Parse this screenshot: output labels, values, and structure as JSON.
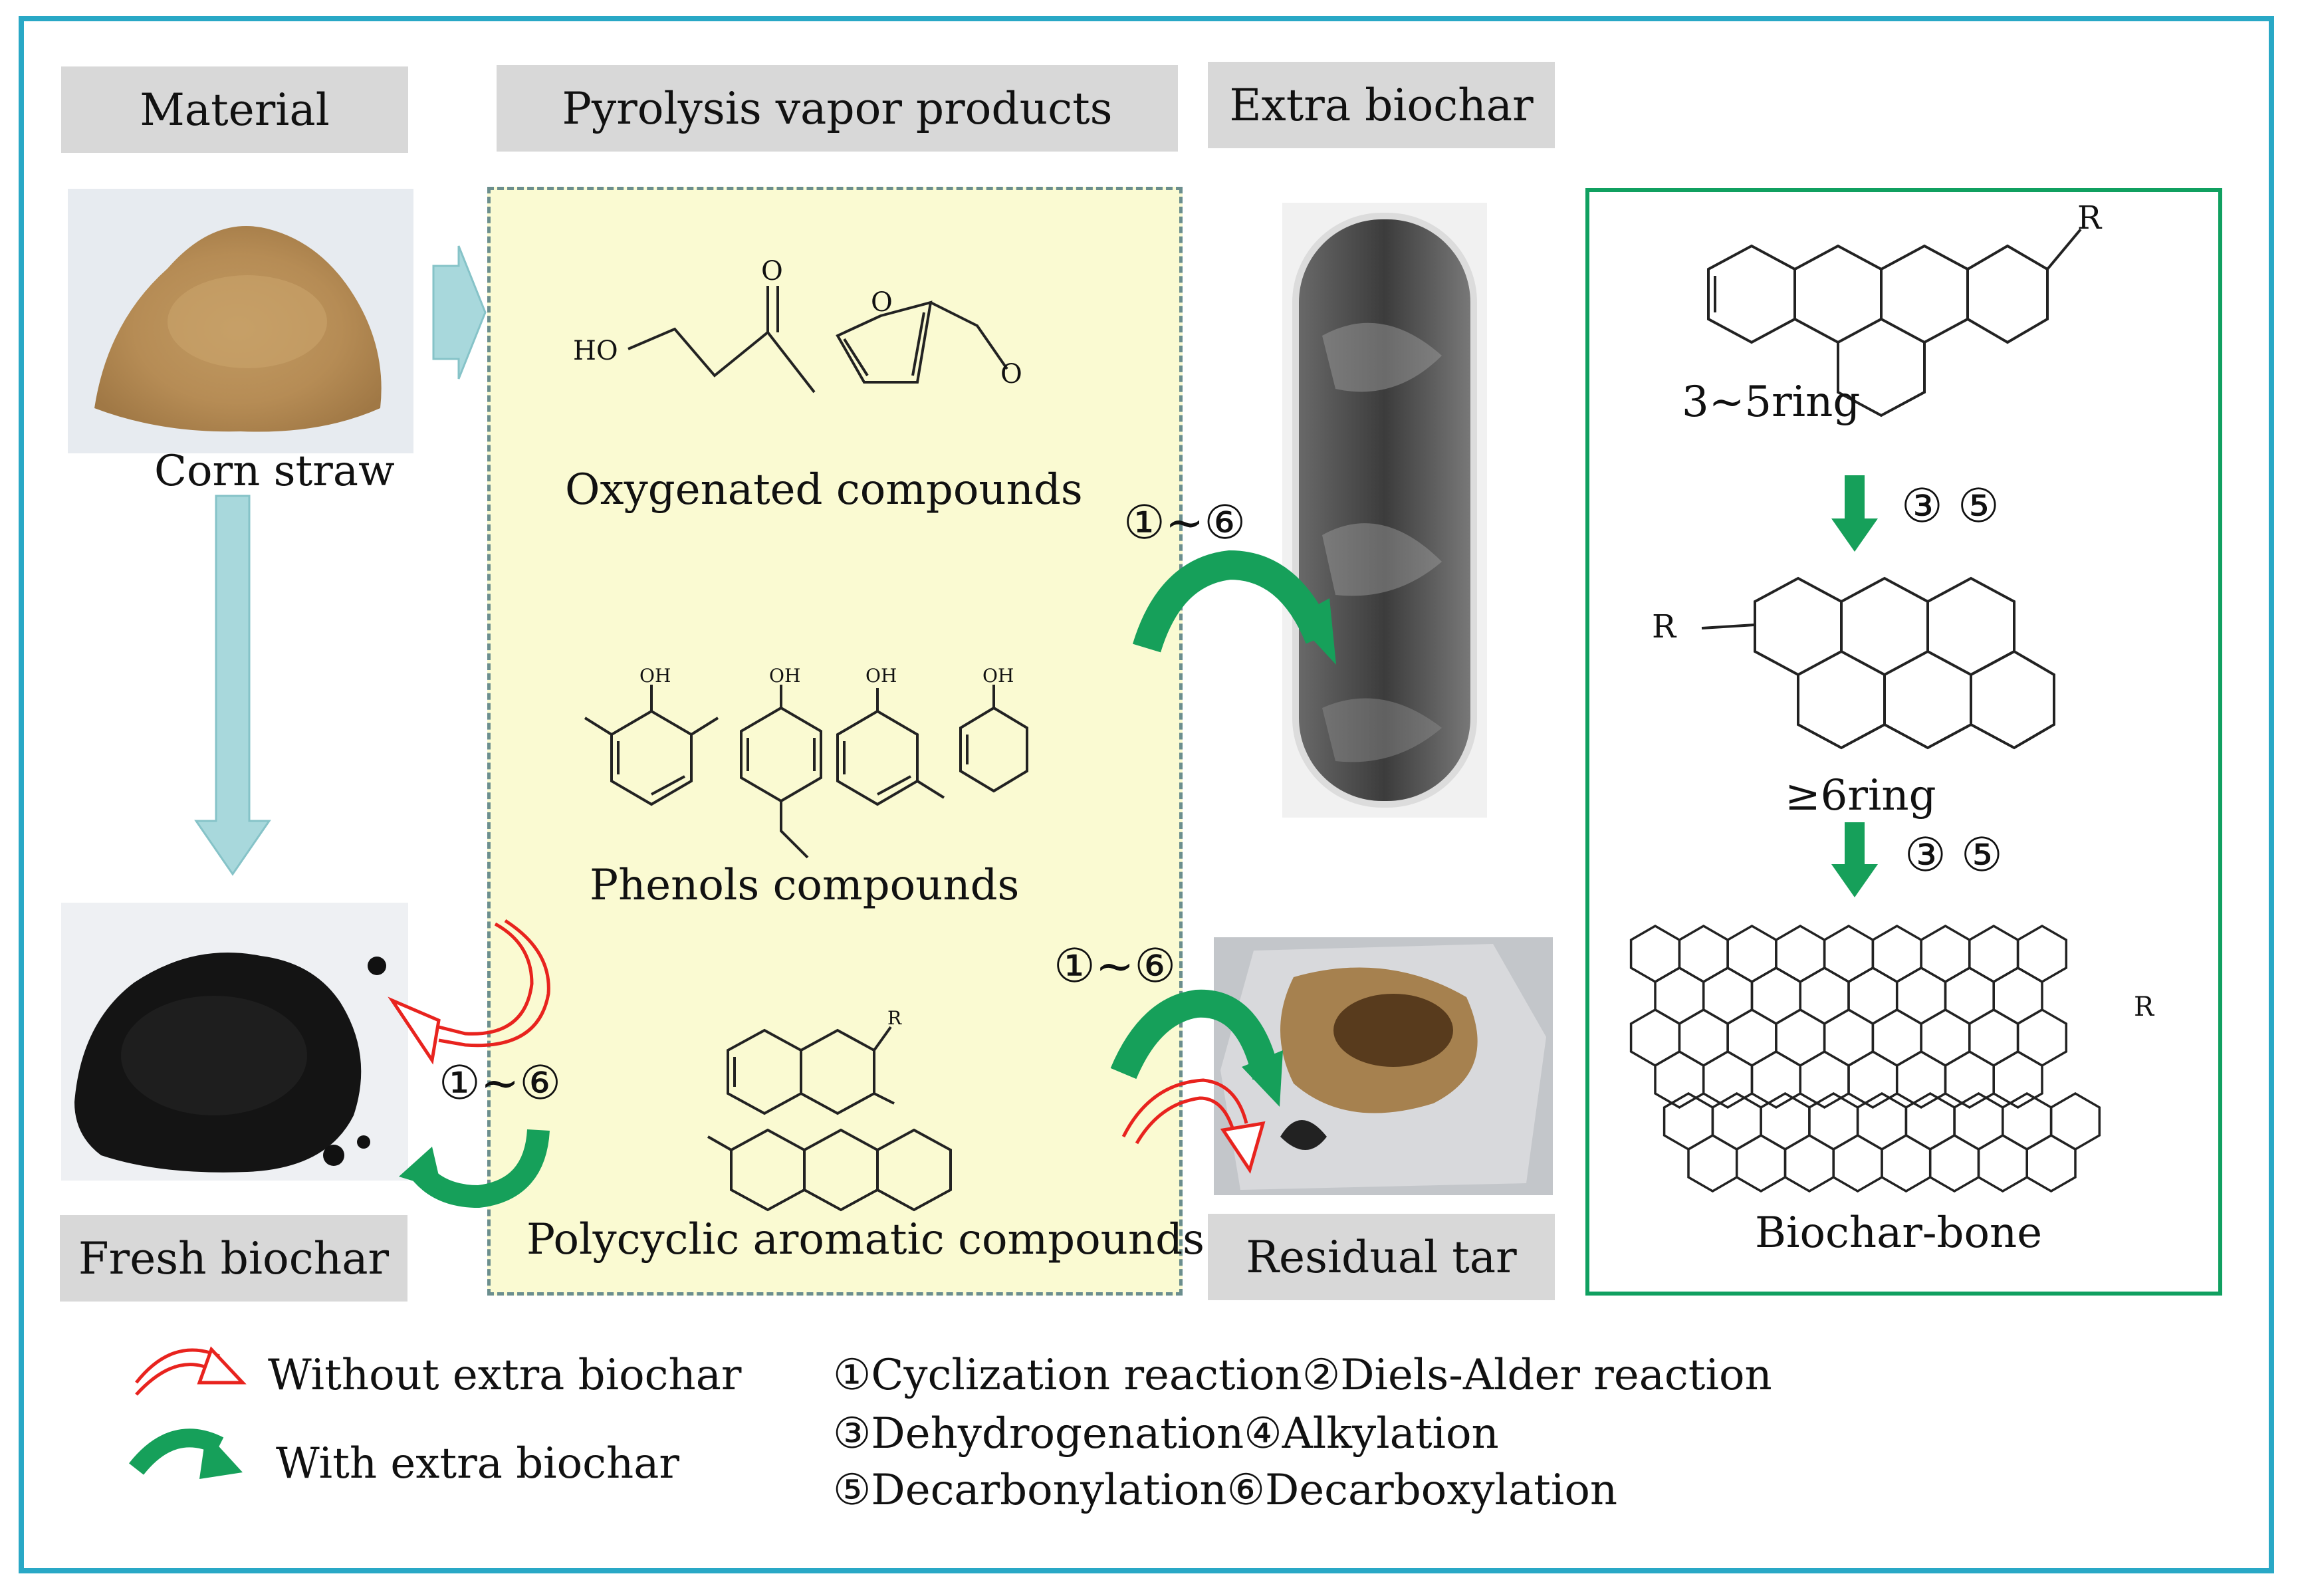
{
  "headers": {
    "material": "Material",
    "pyrolysis": "Pyrolysis vapor products",
    "extra_biochar": "Extra biochar",
    "fresh_biochar": "Fresh biochar",
    "residual_tar": "Residual tar"
  },
  "labels": {
    "corn_straw": "Corn straw",
    "oxygenated": "Oxygenated compounds",
    "phenols": "Phenols compounds",
    "polycyclic": "Polycyclic aromatic compounds",
    "ring_3_5": "3~5ring",
    "ring_6": "≥6ring",
    "biochar_bone": "Biochar-bone",
    "reactions_1_6": "①~⑥",
    "reactions_3_5": "③ ⑤",
    "atom_O": "O",
    "atom_OH": "OH",
    "atom_HO": "HO",
    "atom_R": "R"
  },
  "legend": {
    "without": "Without extra biochar",
    "with": "With extra biochar",
    "reactions": [
      "①Cyclization reaction②Diels-Alder reaction",
      "③Dehydrogenation④Alkylation",
      "⑤Decarbonylation⑥Decarboxylation"
    ]
  },
  "colors": {
    "frame": "#29a8c6",
    "header_bg": "#d8d8d8",
    "yellow_panel": "#fafad2",
    "green_border": "#10a060",
    "green_arrow": "#16a05a",
    "red_arrow": "#e8231e",
    "light_arrow": "#a8d8dc"
  }
}
